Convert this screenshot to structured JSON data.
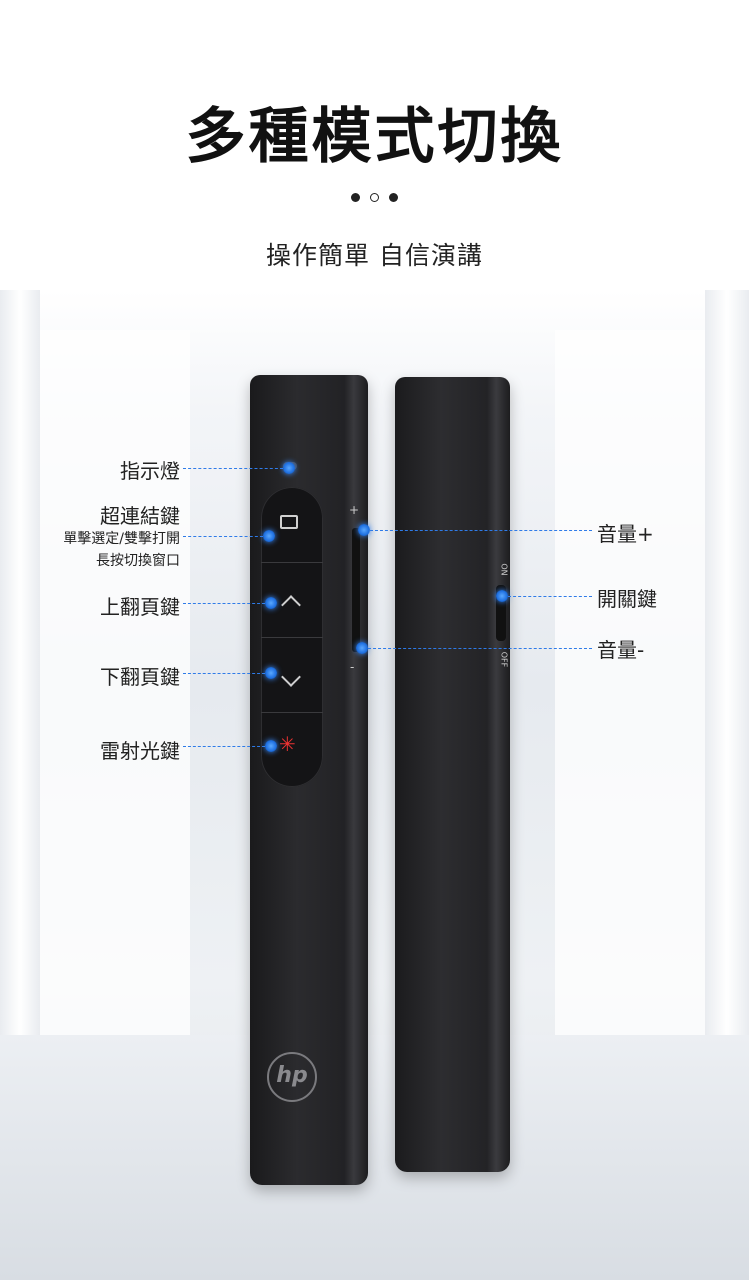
{
  "header": {
    "title": "多種模式切換",
    "subtitle": "操作簡單 自信演講"
  },
  "front_labels": {
    "indicator": "指示燈",
    "hyperlink": "超連結鍵",
    "hyperlink_desc1": "單擊選定/雙擊打開",
    "hyperlink_desc2": "長按切換窗口",
    "page_up": "上翻頁鍵",
    "page_down": "下翻頁鍵",
    "laser": "雷射光鍵"
  },
  "side_labels": {
    "volume_up": "音量+",
    "power": "開關鍵",
    "volume_down": "音量-",
    "switch_on": "ON",
    "switch_off": "OFF",
    "plus": "+",
    "minus": "-"
  },
  "brand": {
    "logo": "hp"
  },
  "colors": {
    "accent": "#2f7be8",
    "device": "#1e1e21",
    "laser": "#e33333"
  },
  "icons": [
    "square-icon",
    "chevron-up-icon",
    "chevron-down-icon",
    "laser-icon",
    "hp-logo"
  ]
}
